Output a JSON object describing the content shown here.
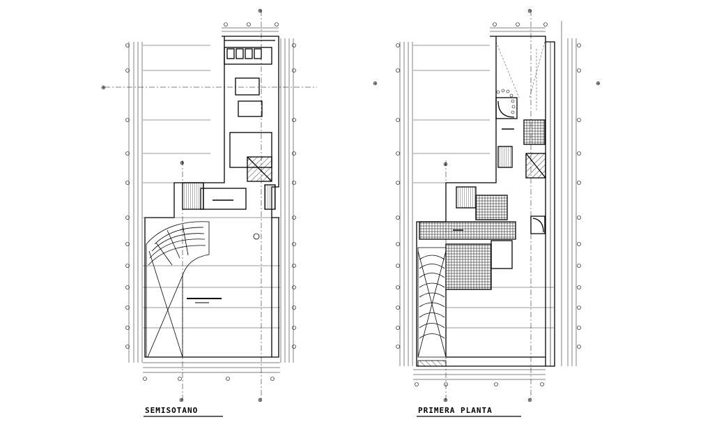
{
  "plans": [
    {
      "id": "semisotano",
      "title": "SEMISOTANO"
    },
    {
      "id": "primera-planta",
      "title": "PRIMERA PLANTA"
    }
  ],
  "colors": {
    "line": "#000000",
    "background": "#ffffff"
  }
}
